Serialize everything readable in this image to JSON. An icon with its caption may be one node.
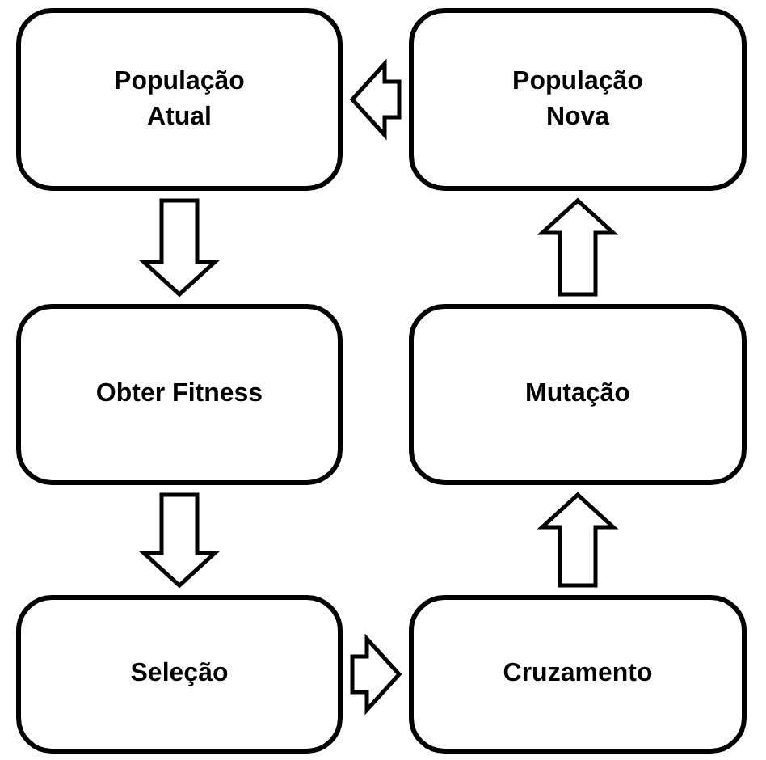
{
  "diagram": {
    "nodes": [
      {
        "text": [
          "População Atual"
        ]
      },
      {
        "text": [
          "População Nova"
        ]
      },
      {
        "text": [
          "Obter Fitness"
        ]
      },
      {
        "text": [
          "Mutação"
        ]
      },
      {
        "text": [
          "Seleção"
        ]
      },
      {
        "text": [
          "Cruzamento"
        ]
      }
    ],
    "edges": [
      {
        "from": 1,
        "to": 0,
        "arrow": "to"
      },
      {
        "from": 0,
        "to": 2,
        "arrow": "to"
      },
      {
        "from": 2,
        "to": 4,
        "arrow": "to"
      },
      {
        "from": 4,
        "to": 5,
        "arrow": "to"
      },
      {
        "from": 5,
        "to": 3,
        "arrow": "to"
      },
      {
        "from": 3,
        "to": 1,
        "arrow": "to"
      }
    ]
  }
}
